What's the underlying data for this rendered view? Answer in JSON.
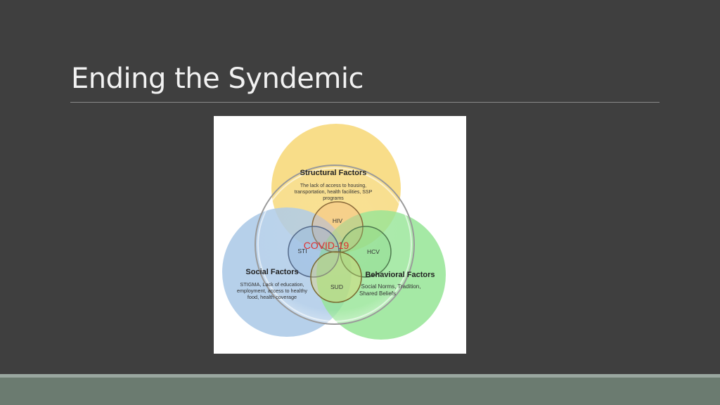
{
  "slide": {
    "title": "Ending the Syndemic"
  },
  "diagram": {
    "structural": {
      "heading": "Structural Factors",
      "lines": [
        "The lack of access to housing,",
        "transportation, health facilities, SSP",
        "programs"
      ],
      "color": "#f7d774"
    },
    "social": {
      "heading": "Social Factors",
      "lines": [
        "STIGMA, Lack of education,",
        "employment, access to healthy",
        "food, health coverage"
      ],
      "color": "#a9c8e6"
    },
    "behavioral": {
      "heading": "Behavioral Factors",
      "lines": [
        "Social Norms, Tradition,",
        "Shared Beliefs"
      ],
      "color": "#8ee48e"
    },
    "center": {
      "label": "COVID-19",
      "color": "#e03030"
    },
    "rings": {
      "hiv": "HIV",
      "sti": "STI",
      "hcv": "HCV",
      "sud": "SUD"
    }
  }
}
